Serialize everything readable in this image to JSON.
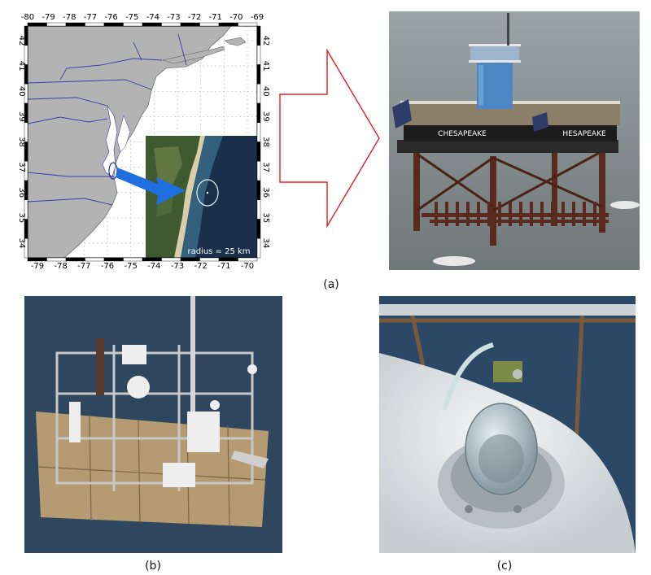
{
  "map": {
    "top_ticks": [
      "-80",
      "-79",
      "-78",
      "-77",
      "-76",
      "-75",
      "-74",
      "-73",
      "-72",
      "-71",
      "-70",
      "-69"
    ],
    "bottom_ticks": [
      "-79",
      "-78",
      "-77",
      "-76",
      "-75",
      "-74",
      "-73",
      "-72",
      "-71",
      "-70"
    ],
    "left_ticks": [
      "42",
      "41",
      "40",
      "39",
      "38",
      "37",
      "36",
      "35",
      "34"
    ],
    "right_ticks": [
      "42",
      "41",
      "40",
      "39",
      "38",
      "37",
      "36",
      "35",
      "34"
    ],
    "inset_label": "radius = 25 km",
    "land_color": "#b3b3b3",
    "ocean_color": "#ffffff",
    "border_color": "#3a3aa8",
    "pointer_color": "#1f6fe0"
  },
  "arrow": {
    "stroke_color": "#e02020"
  },
  "platform": {
    "sign_left": "CHESAPEAKE",
    "sign_right": "HESAPEAKE"
  },
  "captions": {
    "a": "(a)",
    "b": "(b)",
    "c": "(c)"
  }
}
